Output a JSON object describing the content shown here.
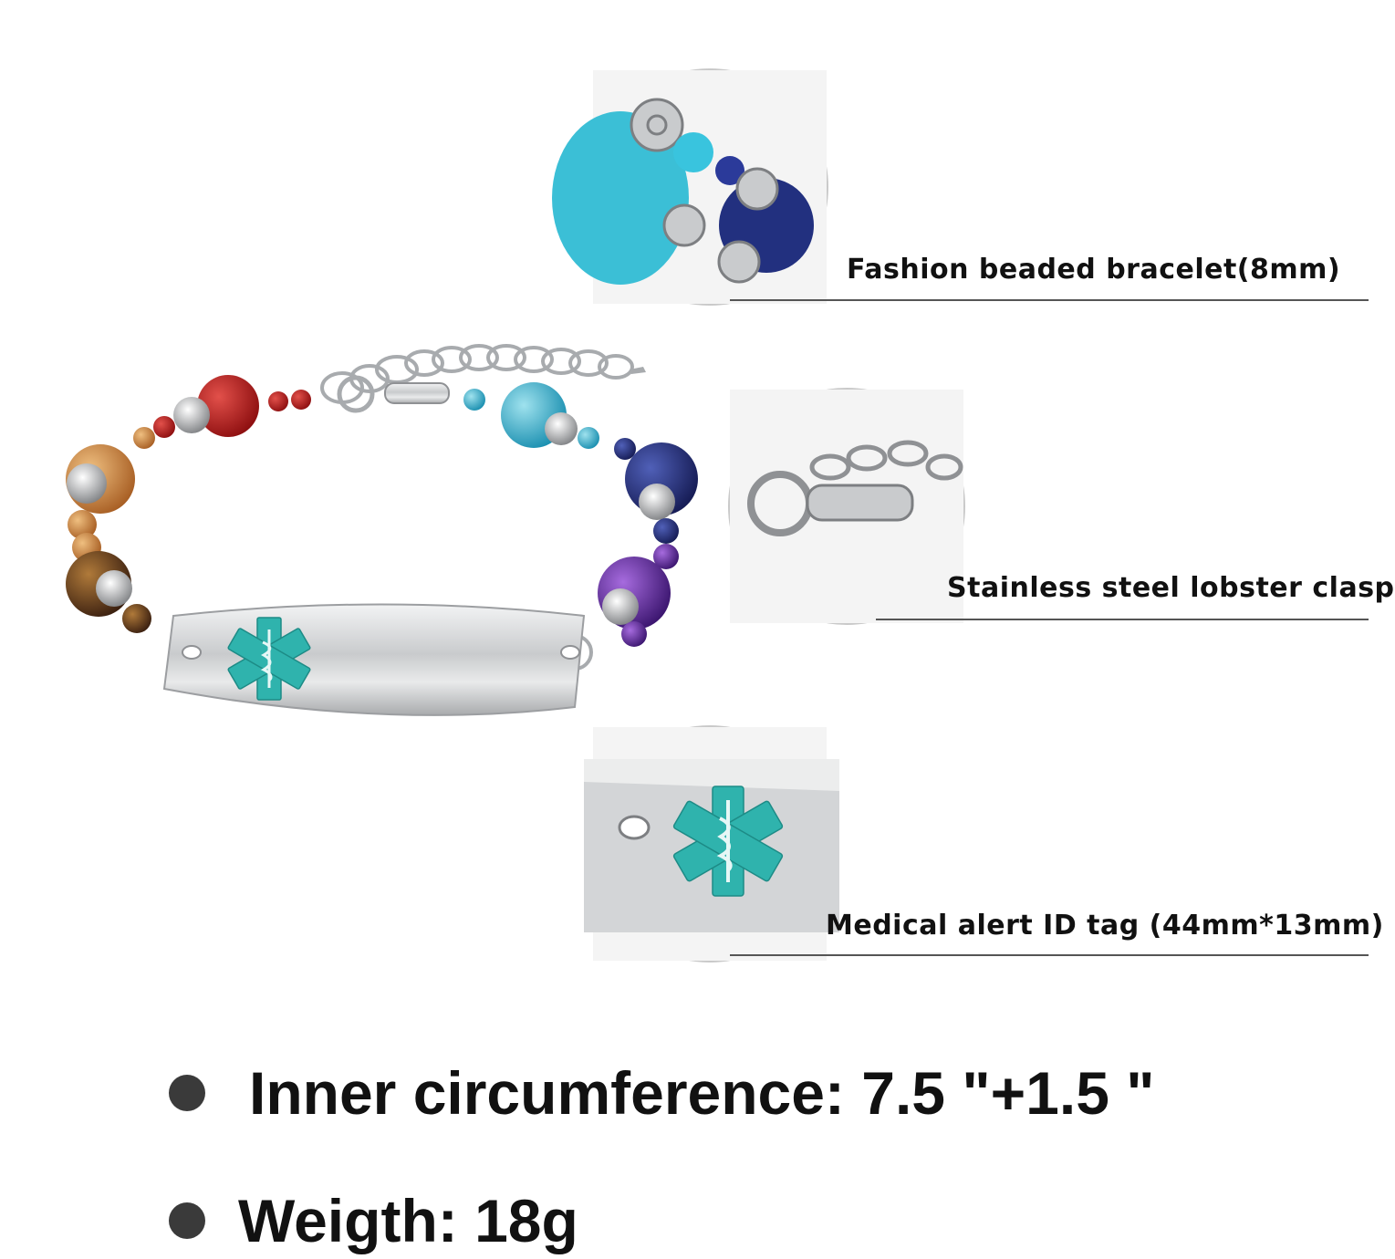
{
  "details": [
    {
      "caption": "Fashion beaded bracelet(8mm)",
      "icon": "bead-closeup-icon"
    },
    {
      "caption": "Stainless steel lobster clasp",
      "icon": "clasp-closeup-icon"
    },
    {
      "caption": "Medical alert ID tag (44mm*13mm)",
      "icon": "medical-tag-closeup-icon"
    }
  ],
  "specs": [
    {
      "label": "Inner circumference: 7.5 \"+1.5 \""
    },
    {
      "label": "Weigth: 18g"
    }
  ],
  "colors": {
    "accent_teal": "#2fb3ad",
    "steel": "#c8cacc",
    "text": "#111111"
  }
}
